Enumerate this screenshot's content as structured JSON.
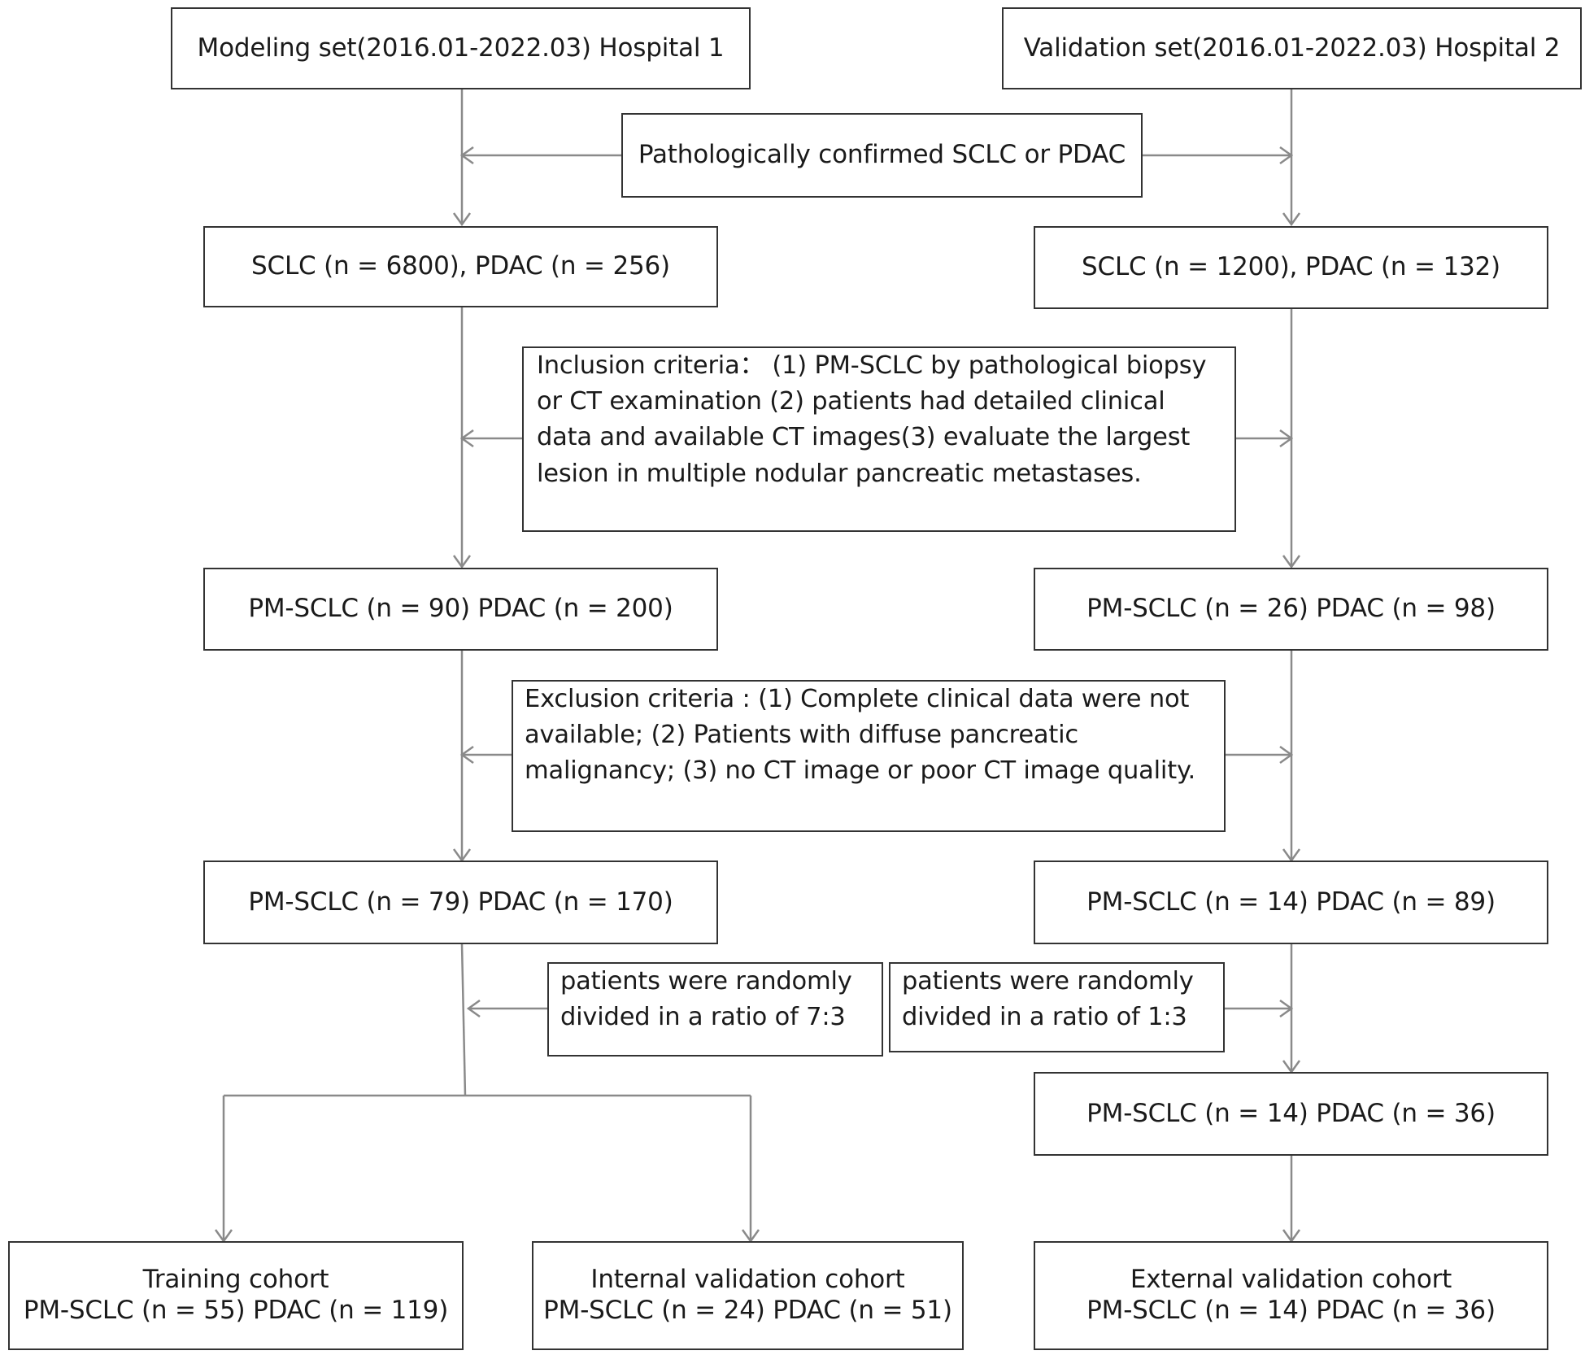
{
  "modeling_set": {
    "label": "Modeling set(2016.01-2022.03) Hospital 1"
  },
  "validation_set": {
    "label": "Validation set(2016.01-2022.03) Hospital 2"
  },
  "pathology": {
    "label": "Pathologically confirmed SCLC or PDAC"
  },
  "left": {
    "initial": "SCLC (n = 6800), PDAC (n = 256)",
    "after_inclusion": "PM-SCLC (n = 90) PDAC (n = 200)",
    "after_exclusion": "PM-SCLC (n = 79) PDAC (n = 170)"
  },
  "right": {
    "initial": "SCLC (n = 1200), PDAC (n = 132)",
    "after_inclusion": "PM-SCLC (n = 26) PDAC (n = 98)",
    "after_exclusion": "PM-SCLC (n = 14) PDAC (n = 89)",
    "after_split": "PM-SCLC (n = 14) PDAC (n = 36)"
  },
  "inclusion": {
    "lines": [
      "Inclusion criteria：  (1) PM-SCLC by pathological biopsy",
      "or CT examination (2) patients had detailed clinical",
      "data and available CT images(3) evaluate the largest",
      "lesion in multiple nodular pancreatic metastases."
    ]
  },
  "exclusion": {
    "lines": [
      "Exclusion criteria : (1) Complete clinical data were not",
      "available; (2) Patients with diffuse pancreatic",
      "malignancy; (3) no CT image or poor CT image quality."
    ]
  },
  "split_left": {
    "lines": [
      "patients were randomly",
      "divided in a ratio of 7:3"
    ]
  },
  "split_right": {
    "lines": [
      "patients were randomly",
      "divided in a ratio of 1:3"
    ]
  },
  "cohorts": {
    "training": {
      "title": "Training cohort",
      "counts": "PM-SCLC (n = 55) PDAC (n = 119)"
    },
    "internal": {
      "title": "Internal validation cohort",
      "counts": "PM-SCLC (n = 24) PDAC (n = 51)"
    },
    "external": {
      "title": "External validation cohort",
      "counts": "PM-SCLC (n = 14) PDAC (n = 36)"
    }
  }
}
